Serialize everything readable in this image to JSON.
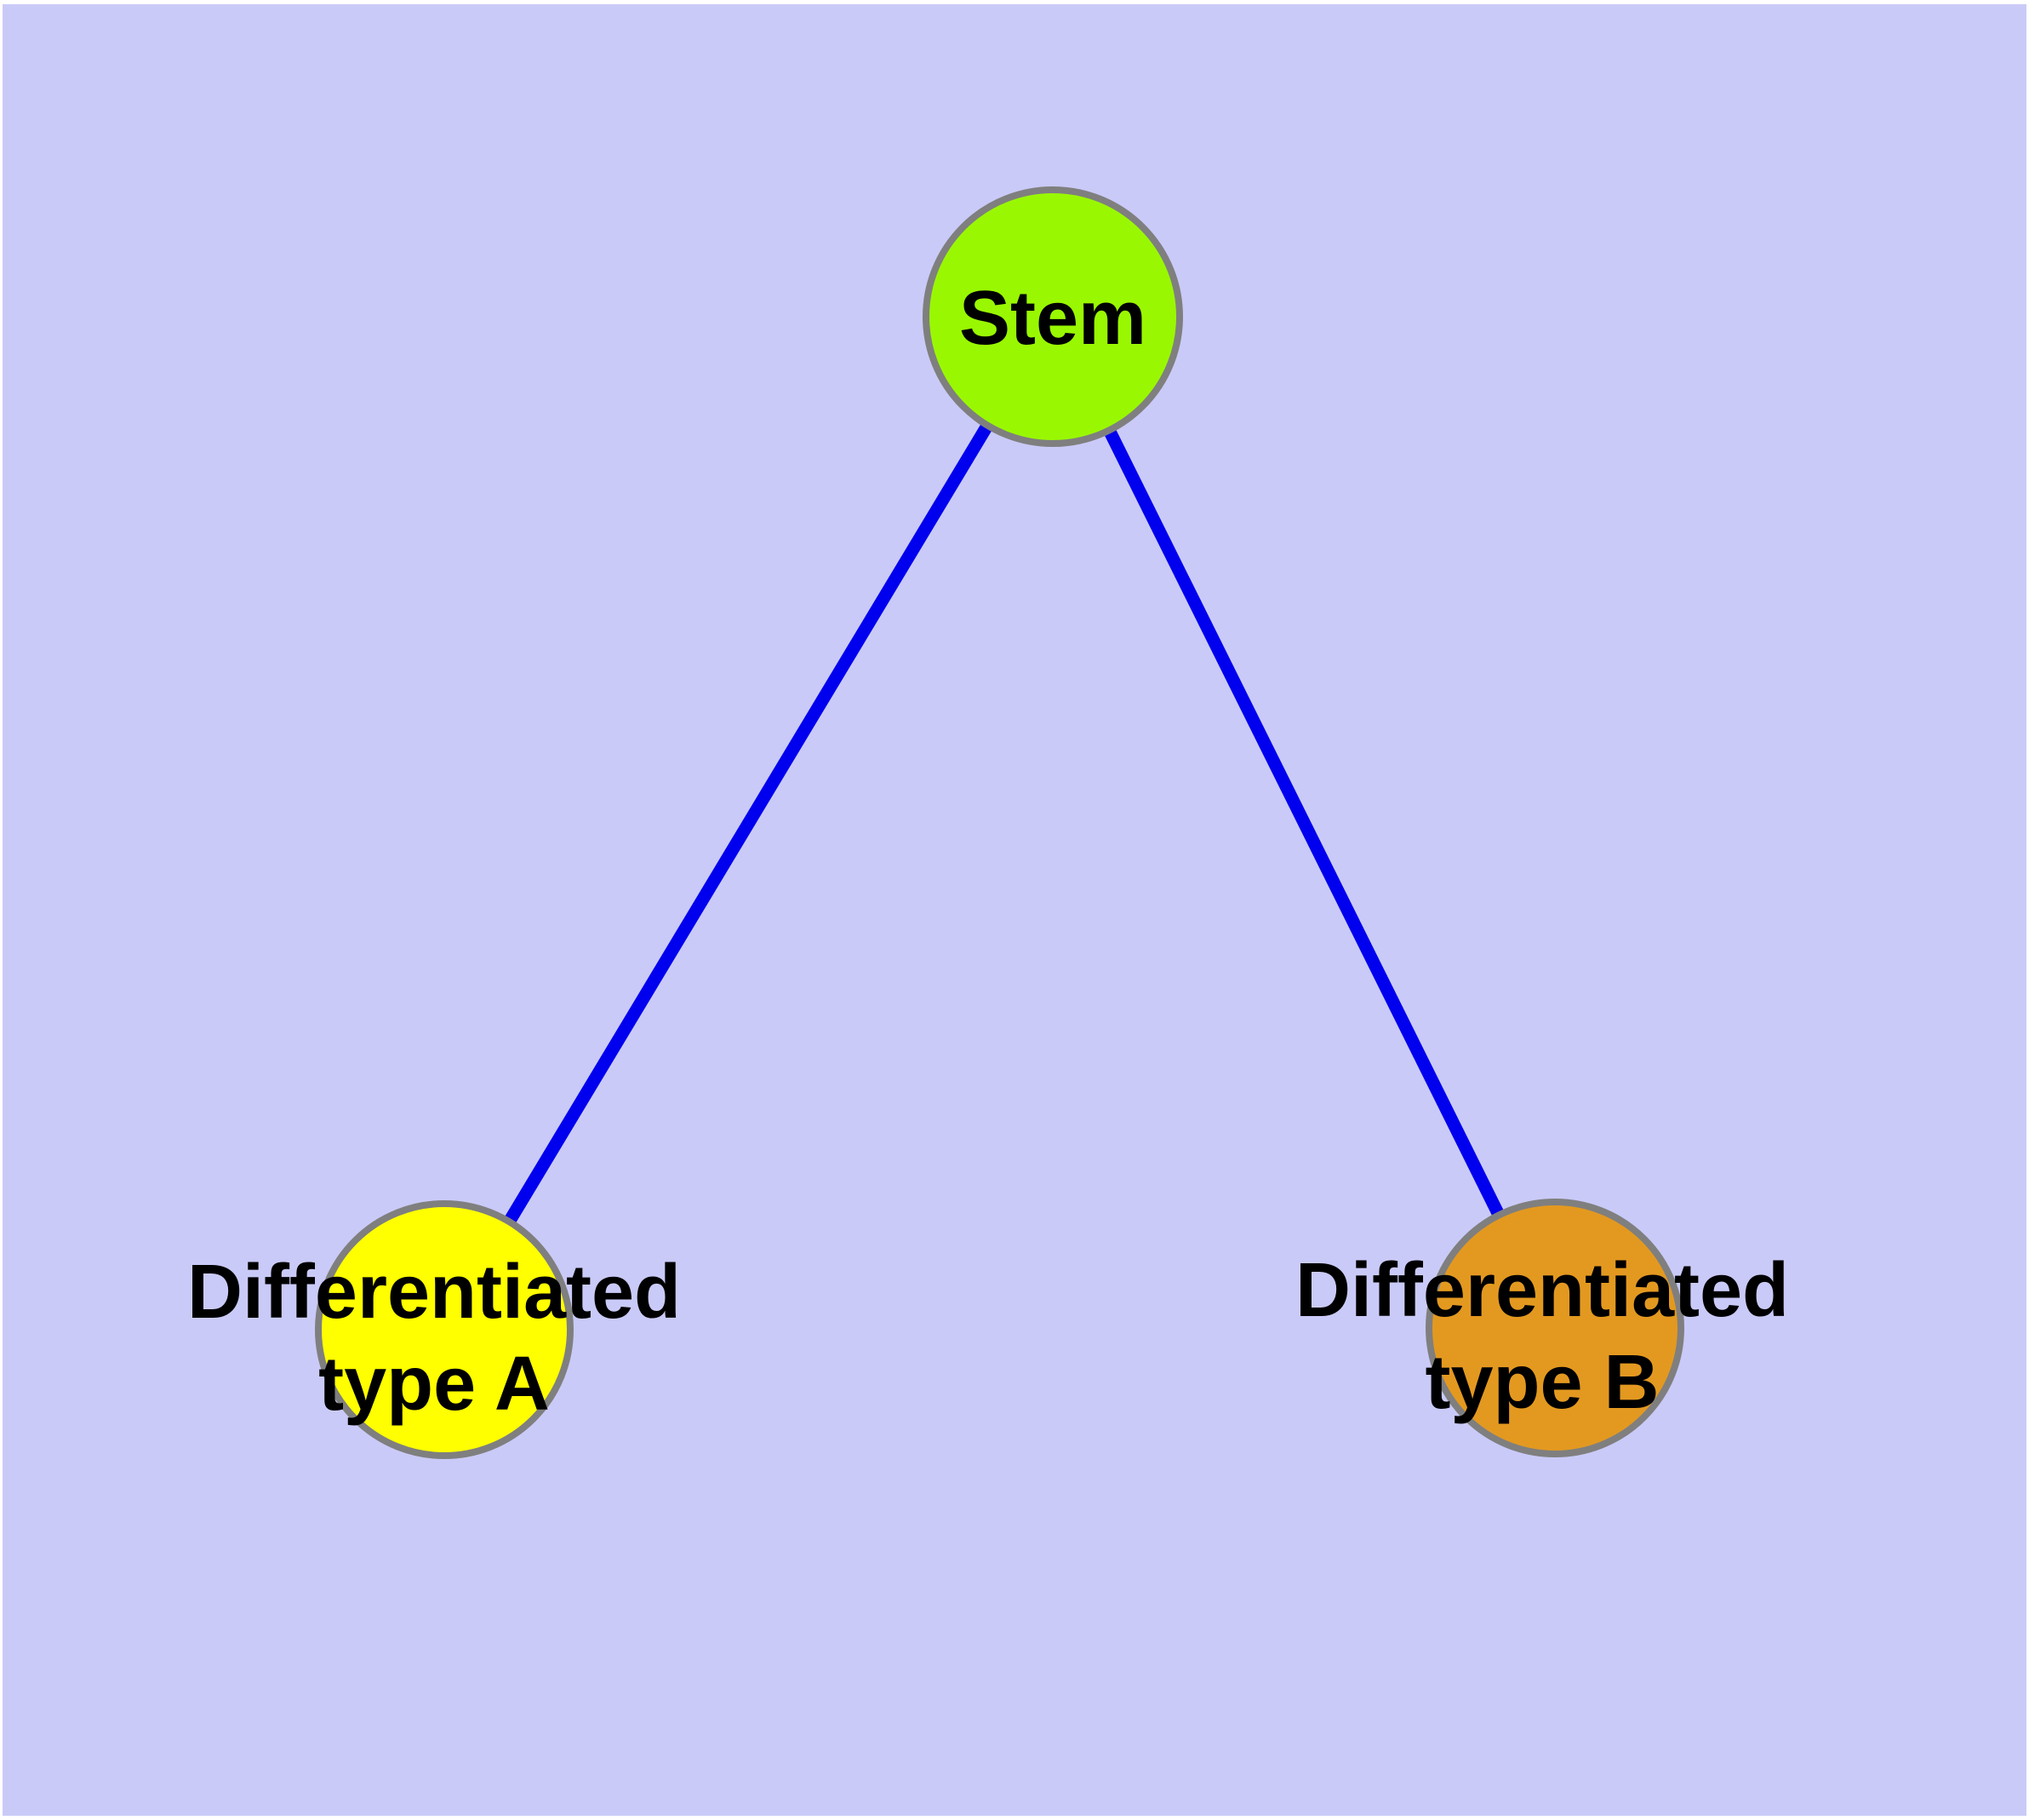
{
  "figure": {
    "title": "Stem cell differentiation diagram",
    "margin_color": "#ffffff",
    "background": "#cacaf8",
    "edge_color": "#0000ee",
    "node_border_color": "#7f7f7f",
    "label_color": "#000000"
  },
  "graph": {
    "type": "tree",
    "nodes": [
      {
        "id": "stem",
        "label": "Stem",
        "label_line1": "Stem",
        "label_line2": "",
        "fill": "#99f801"
      },
      {
        "id": "differentiated-type-a",
        "label": "Differentiated type A",
        "label_line1": "Differentiated",
        "label_line2": "type A",
        "fill": "#ffff00"
      },
      {
        "id": "differentiated-type-b",
        "label": "Differentiated type B",
        "label_line1": "Differentiated",
        "label_line2": "type B",
        "fill": "#e39920"
      }
    ],
    "edges": [
      {
        "from": "stem",
        "to": "differentiated-type-a"
      },
      {
        "from": "stem",
        "to": "differentiated-type-b"
      }
    ]
  }
}
